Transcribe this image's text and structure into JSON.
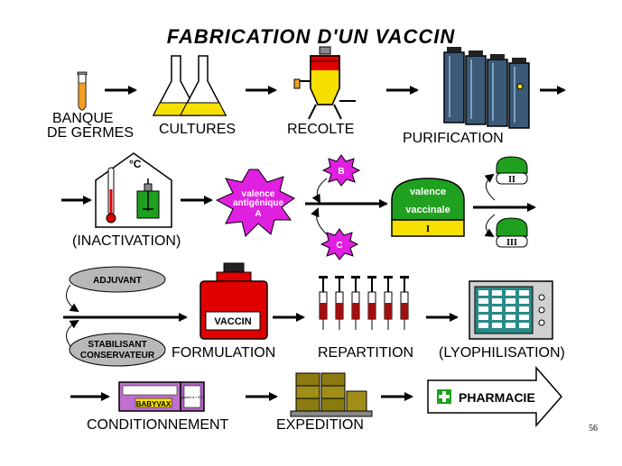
{
  "title": "FABRICATION D'UN VACCIN",
  "steps": {
    "banque_line1": "BANQUE",
    "banque_line2": "DE GERMES",
    "cultures": "CULTURES",
    "recolte": "RECOLTE",
    "purification": "PURIFICATION",
    "inactivation": "(INACTIVATION)",
    "formulation": "FORMULATION",
    "repartition": "REPARTITION",
    "lyophilisation": "(LYOPHILISATION)",
    "conditionnement": "CONDITIONNEMENT",
    "expedition": "EXPEDITION"
  },
  "inactivation_unit": "°C",
  "valence_antigenique": {
    "line1": "valence",
    "line2": "antigénique",
    "line3": "A"
  },
  "valence_vaccinale": {
    "line1": "valence",
    "line2": "vaccinale",
    "roman": "I"
  },
  "bursts": {
    "b": "B",
    "c": "C"
  },
  "roman_ii": "II",
  "roman_iii": "III",
  "adjuvant": "ADJUVANT",
  "stabilisant_line1": "STABILISANT",
  "stabilisant_line2": "CONSERVATEUR",
  "vaccin_label": "VACCIN",
  "box_label": "BABYVAX",
  "box_side": "garder à +4°C",
  "pharmacie": "PHARMACIE",
  "page_number": "56",
  "colors": {
    "yellow": "#f5e000",
    "red": "#e00000",
    "green": "#1fa01f",
    "magenta": "#e020e0",
    "steel": "#3a5a78",
    "purple": "#b060c0"
  }
}
